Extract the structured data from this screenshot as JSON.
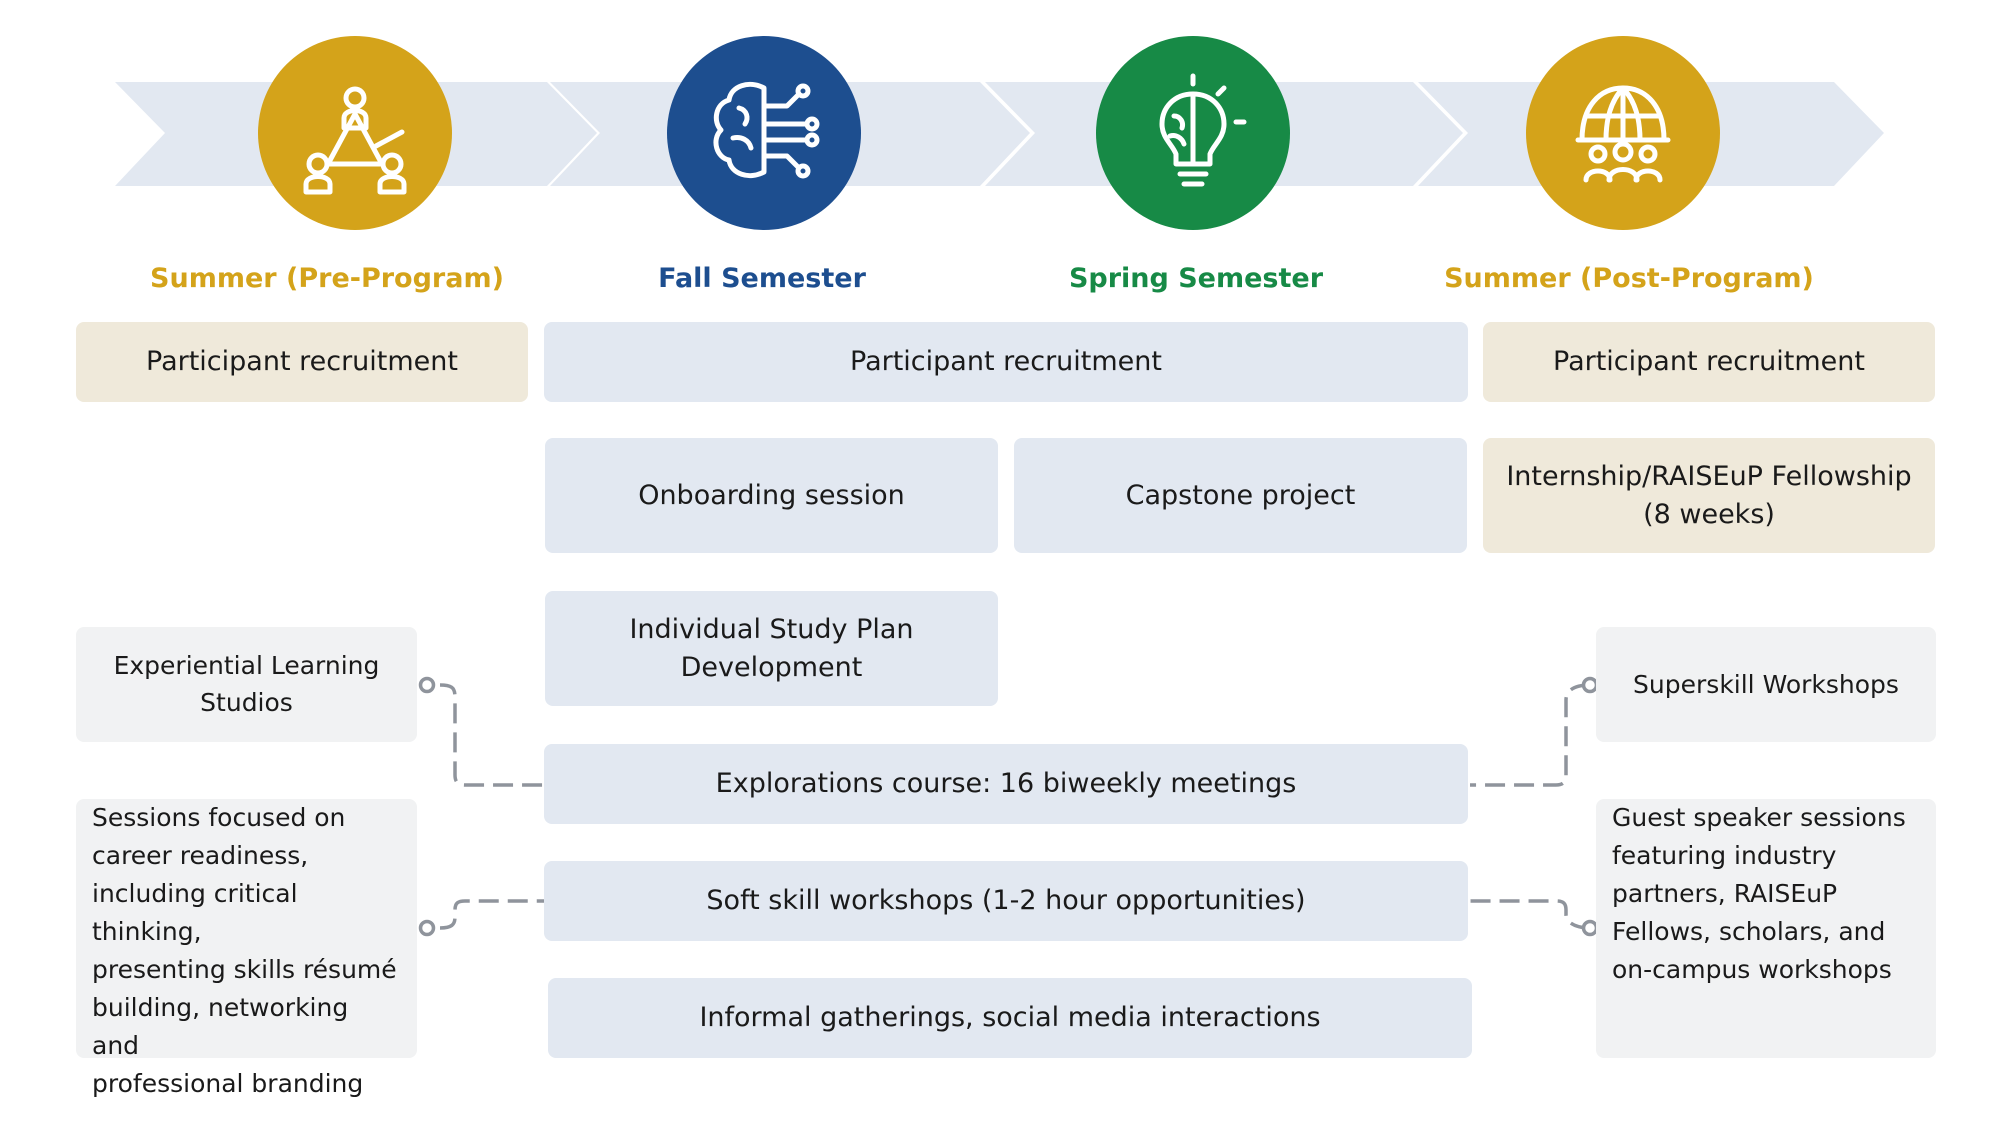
{
  "colors": {
    "gold": "#d4a31a",
    "navy": "#1d4e8f",
    "green": "#178a46",
    "chevron": "#e2e8f1",
    "box_blue": "#e2e8f1",
    "box_tan": "#efe9da",
    "box_gray": "#f1f2f3",
    "connector": "#8f949c"
  },
  "phases": [
    {
      "label": "Summer (Pre-Program)",
      "icon": "team-collaboration-icon",
      "color": "#d4a31a"
    },
    {
      "label": "Fall Semester",
      "icon": "brain-circuit-icon",
      "color": "#1d4e8f"
    },
    {
      "label": "Spring Semester",
      "icon": "lightbulb-brain-icon",
      "color": "#178a46"
    },
    {
      "label": "Summer (Post-Program)",
      "icon": "globe-people-icon",
      "color": "#d4a31a"
    }
  ],
  "boxes": {
    "recruit_pre": "Participant recruitment",
    "recruit_main": "Participant recruitment",
    "recruit_post": "Participant recruitment",
    "onboarding": "Onboarding session",
    "capstone": "Capstone project",
    "internship_line1": "Internship/RAISEuP Fellowship",
    "internship_line2": "(8 weeks)",
    "study_plan": "Individual Study Plan Development",
    "explorations": "Explorations course: 16 biweekly meetings",
    "soft_skill": "Soft skill workshops (1-2 hour opportunities)",
    "informal": "Informal gatherings, social media interactions"
  },
  "side": {
    "experiential_line1": "Experiential Learning",
    "experiential_line2": "Studios",
    "sessions_lines": [
      "Sessions focused on",
      "career readiness,",
      "including critical thinking,",
      "presenting skills résumé",
      "building, networking and",
      "professional branding"
    ],
    "superskill": "Superskill Workshops",
    "guest_lines": [
      "Guest speaker sessions",
      "featuring industry",
      "partners, RAISEuP",
      "Fellows, scholars, and",
      "on-campus workshops"
    ]
  }
}
